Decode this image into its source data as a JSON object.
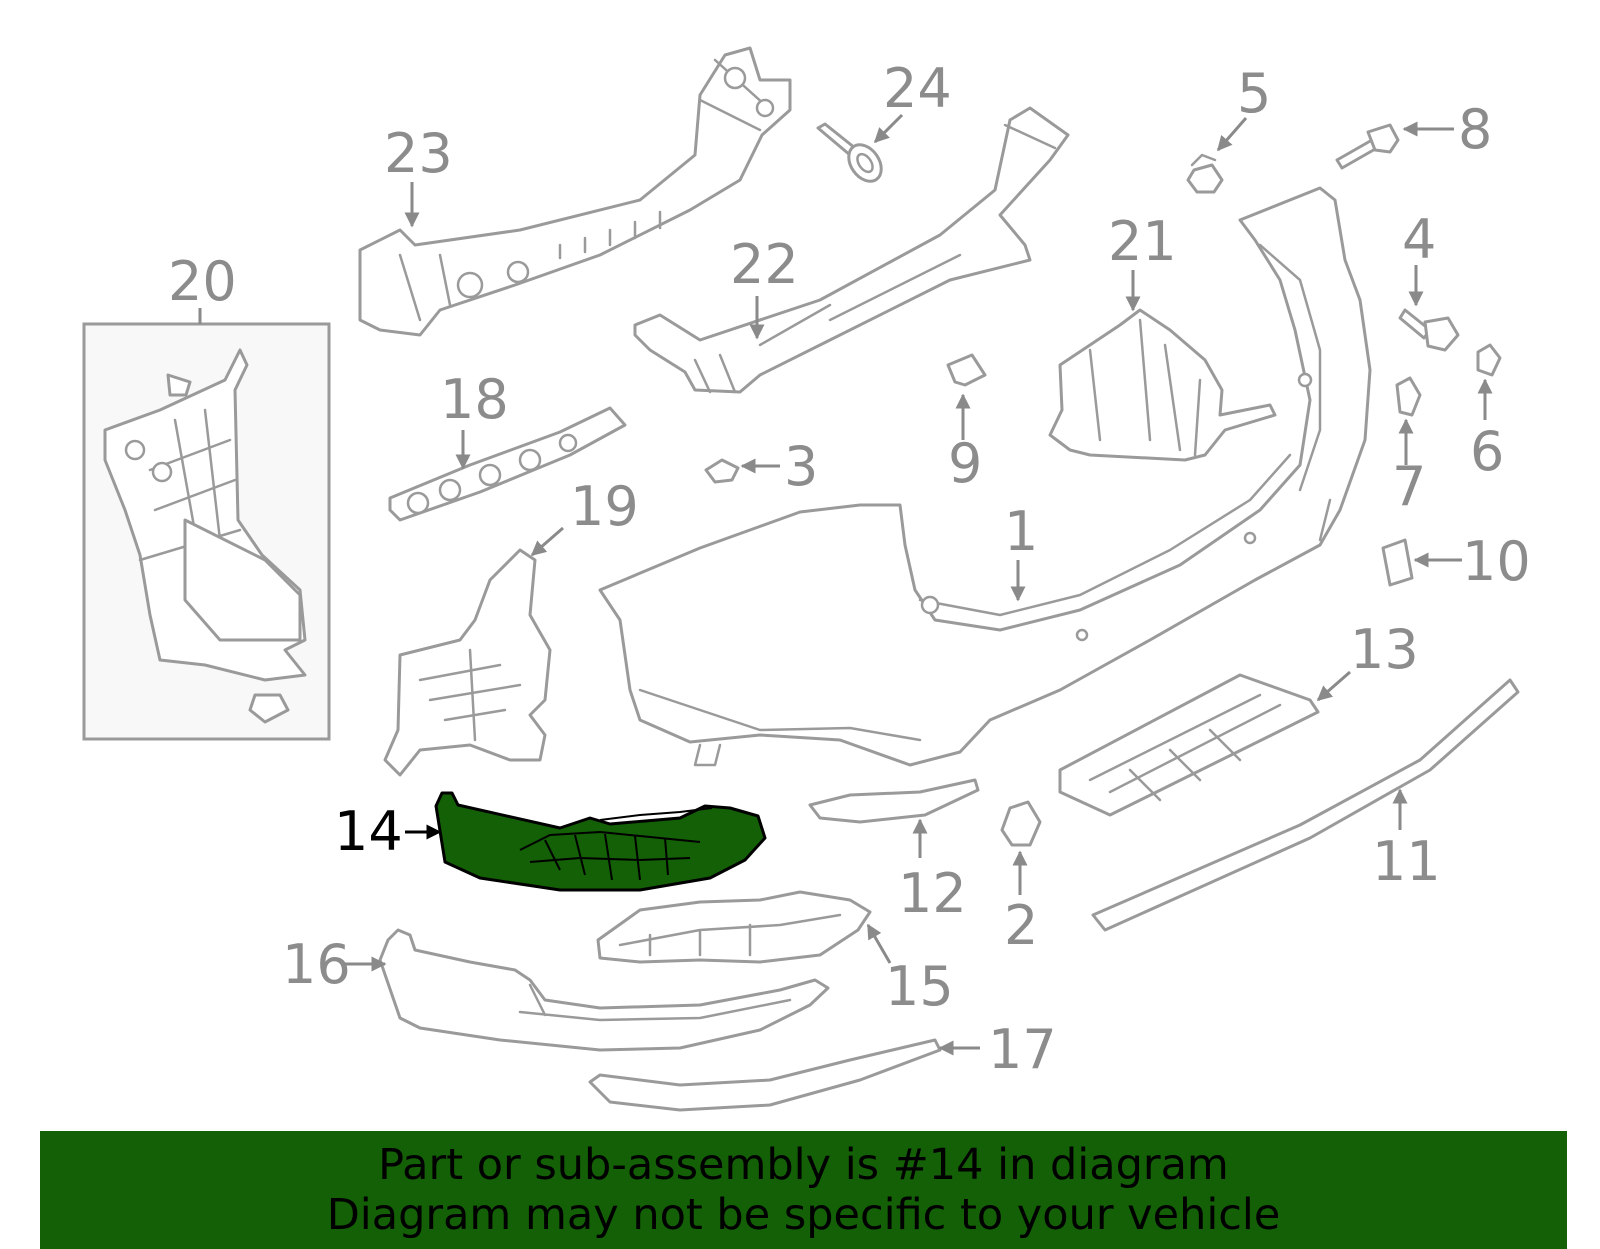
{
  "diagram": {
    "highlight_color": "#136006",
    "highlighted_part": "14",
    "callouts": [
      "1",
      "2",
      "3",
      "4",
      "5",
      "6",
      "7",
      "8",
      "9",
      "10",
      "11",
      "12",
      "13",
      "14",
      "15",
      "16",
      "17",
      "18",
      "19",
      "20",
      "21",
      "22",
      "23",
      "24"
    ]
  },
  "banner": {
    "line1": "Part or sub-assembly is #14 in diagram",
    "line2": "Diagram may not be specific to your vehicle"
  }
}
